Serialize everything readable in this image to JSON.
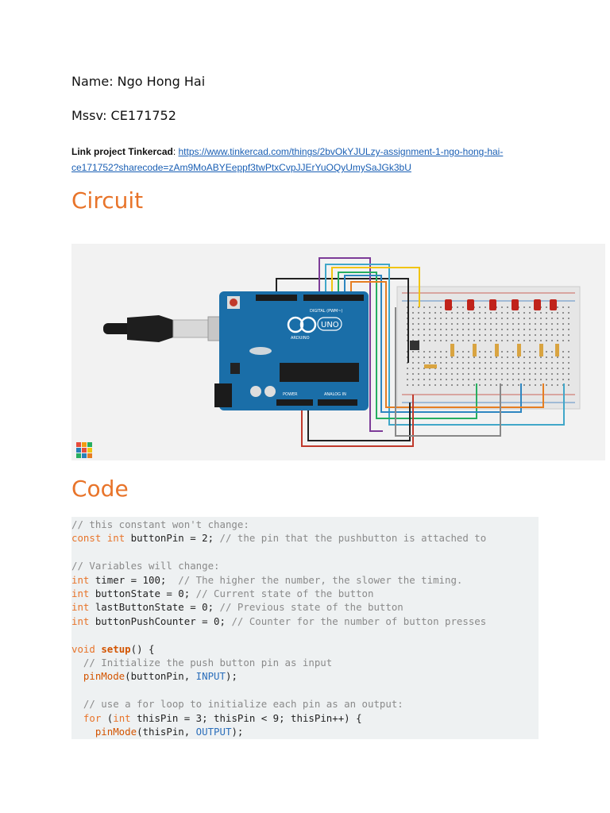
{
  "header": {
    "name_line": "Name: Ngo Hong Hai",
    "mssv_line": "Mssv: CE171752",
    "link_label": "Link project Tinkercad",
    "link_sep": ": ",
    "link_url": "https://www.tinkercad.com/things/2bvOkYJULzy-assignment-1-ngo-hong-hai-ce171752?sharecode=zAm9MoABYEeppf3twPtxCvpJJErYuOQyUmySaJGk3bU"
  },
  "sections": {
    "circuit": "Circuit",
    "code": "Code"
  },
  "board": {
    "uno": "UNO",
    "brand": "ARDUINO",
    "digital": "DIGITAL (PWM~)",
    "power": "POWER",
    "analog": "ANALOG IN"
  },
  "code": {
    "l1": "// this constant won't change:",
    "l2a": "const",
    "l2b": "int",
    "l2c": " buttonPin = 2; ",
    "l2d": "// the pin that the pushbutton is attached to",
    "l4": "// Variables will change:",
    "l5a": "int",
    "l5b": " timer = 100;  ",
    "l5c": "// The higher the number, the slower the timing.",
    "l6a": "int",
    "l6b": " buttonState = 0; ",
    "l6c": "// Current state of the button",
    "l7a": "int",
    "l7b": " lastButtonState = 0; ",
    "l7c": "// Previous state of the button",
    "l8a": "int",
    "l8b": " buttonPushCounter = 0; ",
    "l8c": "// Counter for the number of button presses",
    "l10a": "void",
    "l10b": "setup",
    "l10c": "() {",
    "l11": "  // Initialize the push button pin as input",
    "l12a": "pinMode",
    "l12b": "(buttonPin, ",
    "l12c": "INPUT",
    "l12d": ");",
    "l14": "  // use a for loop to initialize each pin as an output:",
    "l15a": "for",
    "l15b": " (",
    "l15c": "int",
    "l15d": " thisPin = 3; thisPin < 9; thisPin++) {",
    "l16a": "pinMode",
    "l16b": "(thisPin, ",
    "l16c": "OUTPUT",
    "l16d": ");"
  }
}
